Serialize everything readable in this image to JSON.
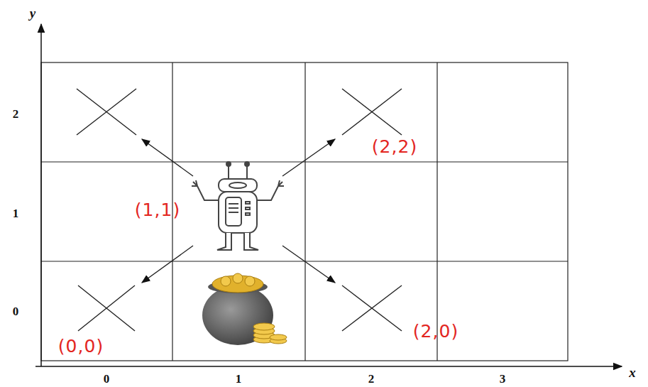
{
  "diagram": {
    "labels": [
      "y",
      "2",
      "1",
      "0",
      "0",
      "1",
      "2",
      "3",
      "x",
      "(2,2)",
      "(1,1)",
      "(0,0)",
      "(2,0)"
    ]
  }
}
